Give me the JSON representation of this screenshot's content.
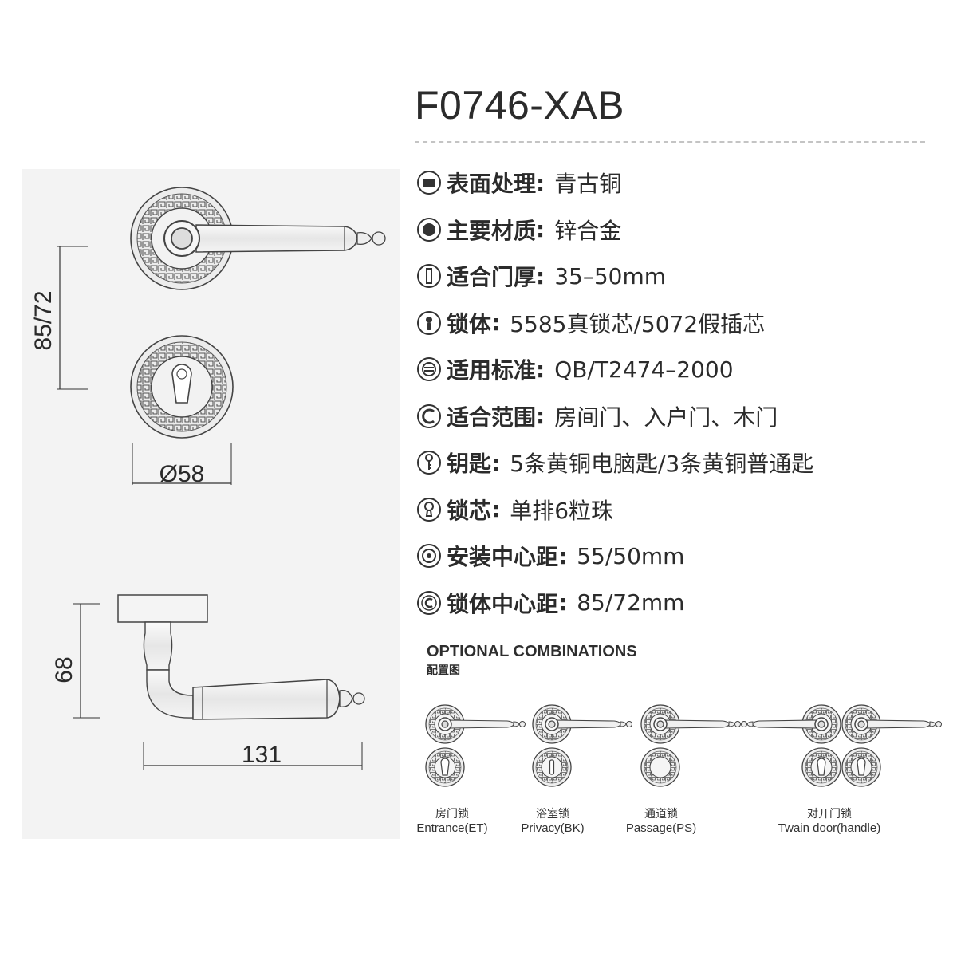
{
  "product": {
    "model": "F0746-XAB"
  },
  "dimensions": {
    "center_distance": "85/72",
    "rose_diameter": "Ø58",
    "projection": "68",
    "handle_length": "131"
  },
  "specs": [
    {
      "icon": "finish-icon",
      "label": "表面处理",
      "value": "青古铜"
    },
    {
      "icon": "material-icon",
      "label": "主要材质",
      "value": "锌合金"
    },
    {
      "icon": "door-thickness-icon",
      "label": "适合门厚",
      "value": "35–50mm"
    },
    {
      "icon": "lock-body-icon",
      "label": "锁体",
      "value": "5585真锁芯/5072假插芯"
    },
    {
      "icon": "standard-icon",
      "label": "适用标准",
      "value": "QB/T2474–2000"
    },
    {
      "icon": "scope-icon",
      "label": "适合范围",
      "value": "房间门、入户门、木门"
    },
    {
      "icon": "key-icon",
      "label": "钥匙",
      "value": "5条黄铜电脑匙/3条黄铜普通匙"
    },
    {
      "icon": "cylinder-icon",
      "label": "锁芯",
      "value": "单排6粒珠"
    },
    {
      "icon": "install-distance-icon",
      "label": "安装中心距",
      "value": "55/50mm"
    },
    {
      "icon": "body-distance-icon",
      "label": "锁体中心距",
      "value": "85/72mm"
    }
  ],
  "options": {
    "title": "OPTIONAL COMBINATIONS",
    "subtitle": "配置图",
    "combos": [
      {
        "zh": "房门锁",
        "en": "Entrance(ET)"
      },
      {
        "zh": "浴室锁",
        "en": "Privacy(BK)"
      },
      {
        "zh": "通道锁",
        "en": "Passage(PS)"
      },
      {
        "zh": "对开门锁",
        "en": "Twain door(handle)"
      }
    ]
  },
  "colors": {
    "panel": "#f3f3f3",
    "ink": "#2a2a2a",
    "rule": "#c4c4c4"
  }
}
